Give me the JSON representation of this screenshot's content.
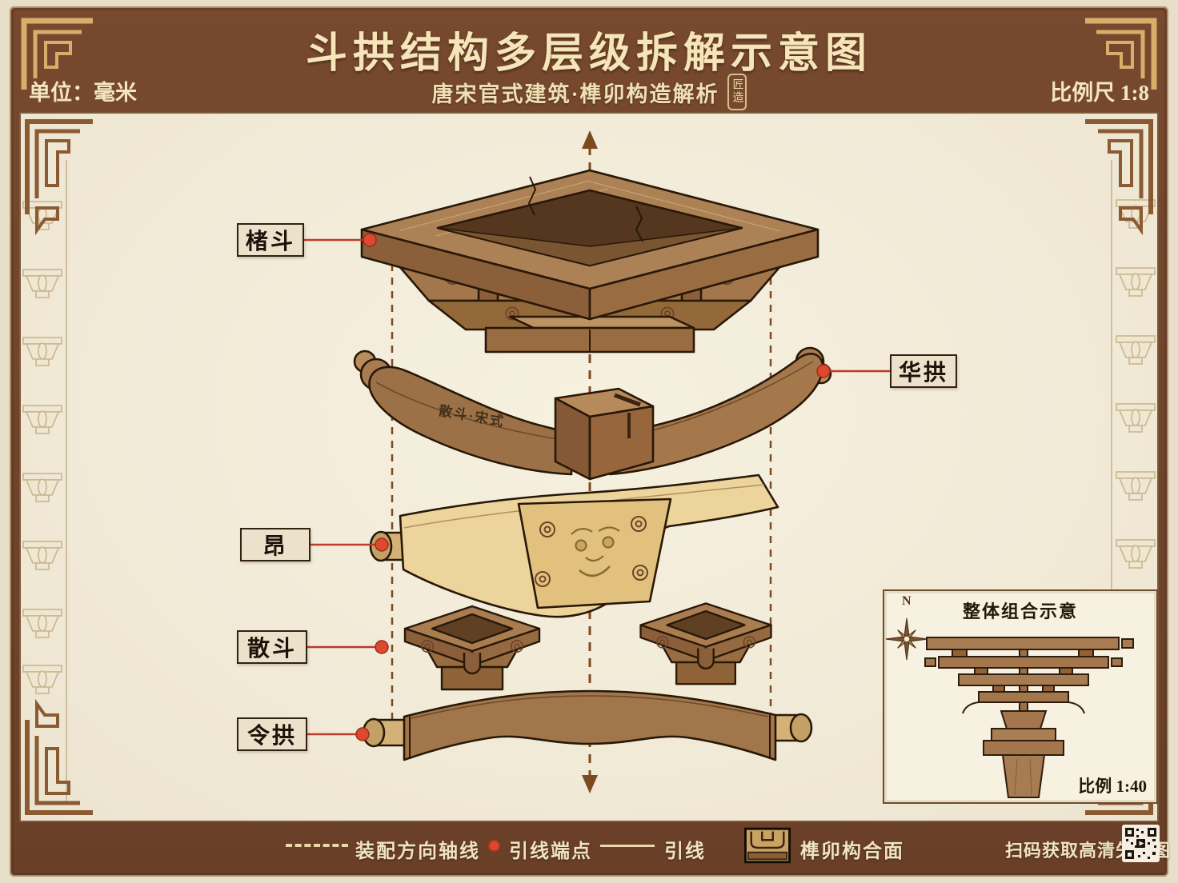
{
  "header": {
    "title": "斗拱结构多层级拆解示意图",
    "subtitle": "唐宋官式建筑·榫卯构造解析",
    "seal": "匠造",
    "unit": "单位：毫米",
    "scale": "比例尺 1:8"
  },
  "diagram": {
    "labels": [
      {
        "id": "ludou",
        "text": "楮斗"
      },
      {
        "id": "huagong",
        "text": "华拱"
      },
      {
        "id": "ang",
        "text": "昂"
      },
      {
        "id": "sandou",
        "text": "散斗"
      },
      {
        "id": "linggong",
        "text": "令拱"
      }
    ],
    "engraving": "散斗·宋式"
  },
  "inset": {
    "title": "整体组合示意",
    "compass": "N",
    "scale": "比例 1:40"
  },
  "legend": {
    "items": [
      {
        "icon": "dashed-axis-icon",
        "label": "装配方向轴线"
      },
      {
        "icon": "leader-dot-icon",
        "label": "引线端点"
      },
      {
        "icon": "leader-line-icon",
        "label": "引线"
      },
      {
        "icon": "joint-face-icon",
        "label": "榫卯构合面"
      }
    ],
    "qr_caption": "扫码获取高清矢量图"
  },
  "colors": {
    "frame_brown": "#6e4430",
    "canvas_cream": "#f2ecda",
    "accent_red": "#dd4830",
    "gold": "#d9ae6b",
    "wood_mid": "#a1764b",
    "wood_pale": "#ecd49c",
    "ink": "#281808"
  }
}
